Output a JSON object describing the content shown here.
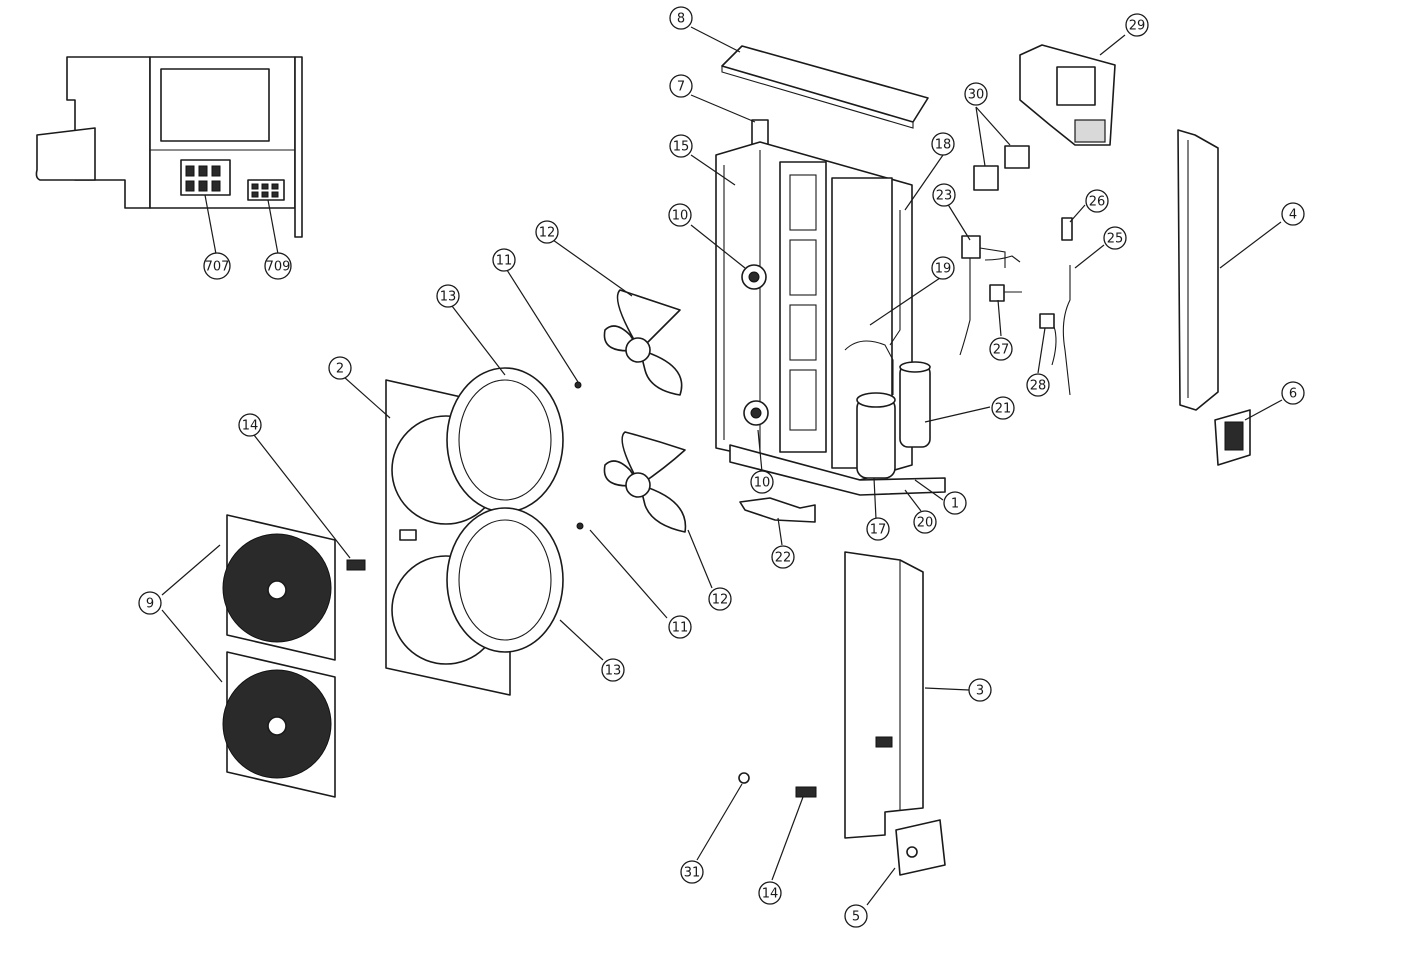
{
  "diagram": {
    "type": "exploded-parts-diagram",
    "callouts": [
      {
        "id": "c1",
        "label": "1"
      },
      {
        "id": "c2",
        "label": "2"
      },
      {
        "id": "c3",
        "label": "3"
      },
      {
        "id": "c4",
        "label": "4"
      },
      {
        "id": "c5",
        "label": "5"
      },
      {
        "id": "c6",
        "label": "6"
      },
      {
        "id": "c7",
        "label": "7"
      },
      {
        "id": "c8",
        "label": "8"
      },
      {
        "id": "c9",
        "label": "9"
      },
      {
        "id": "c10a",
        "label": "10"
      },
      {
        "id": "c10b",
        "label": "10"
      },
      {
        "id": "c11a",
        "label": "11"
      },
      {
        "id": "c11b",
        "label": "11"
      },
      {
        "id": "c12a",
        "label": "12"
      },
      {
        "id": "c12b",
        "label": "12"
      },
      {
        "id": "c13a",
        "label": "13"
      },
      {
        "id": "c13b",
        "label": "13"
      },
      {
        "id": "c14a",
        "label": "14"
      },
      {
        "id": "c14b",
        "label": "14"
      },
      {
        "id": "c15",
        "label": "15"
      },
      {
        "id": "c17",
        "label": "17"
      },
      {
        "id": "c18",
        "label": "18"
      },
      {
        "id": "c19",
        "label": "19"
      },
      {
        "id": "c20",
        "label": "20"
      },
      {
        "id": "c21",
        "label": "21"
      },
      {
        "id": "c22",
        "label": "22"
      },
      {
        "id": "c23",
        "label": "23"
      },
      {
        "id": "c25",
        "label": "25"
      },
      {
        "id": "c26",
        "label": "26"
      },
      {
        "id": "c27",
        "label": "27"
      },
      {
        "id": "c28",
        "label": "28"
      },
      {
        "id": "c29",
        "label": "29"
      },
      {
        "id": "c30",
        "label": "30"
      },
      {
        "id": "c31",
        "label": "31"
      },
      {
        "id": "c707",
        "label": "707"
      },
      {
        "id": "c709",
        "label": "709"
      }
    ]
  }
}
